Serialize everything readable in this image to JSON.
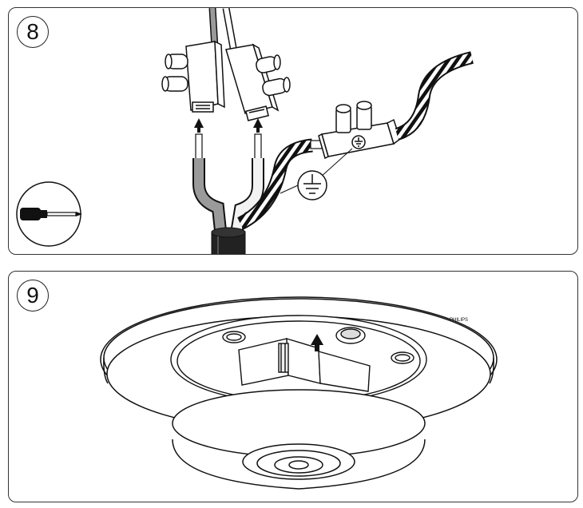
{
  "steps": [
    {
      "number": "8"
    },
    {
      "number": "9"
    }
  ],
  "icons": {
    "earth_symbol": "ground-earth-icon",
    "tool": "screwdriver-icon",
    "arrow": "arrow-up-icon"
  },
  "lamp_brand_mark": "PHILIPS",
  "colors": {
    "line": "#111111",
    "wire_gray": "#9a9a9a",
    "conductor_light": "#d6d6d6",
    "cable_sheath": "#222222",
    "panel_border": "#333333"
  }
}
